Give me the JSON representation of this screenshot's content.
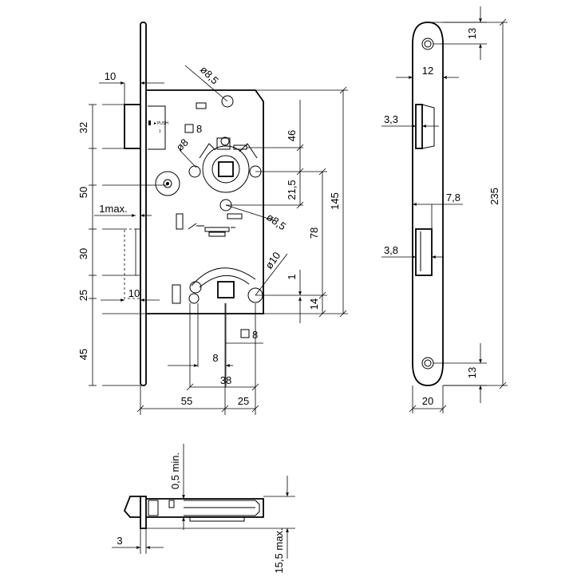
{
  "front_view": {
    "dims": {
      "d10_top": "10",
      "d32": "32",
      "d50": "50",
      "max1": "1max.",
      "d30": "30",
      "d25_left": "25",
      "d10_bottom": "10",
      "d45": "45",
      "d55": "55",
      "d25_bottom": "25",
      "d38": "38",
      "d8_horizontal": "8",
      "d8_square_top": "8",
      "d8_square_bottom": "8",
      "dia85_top": "ø8,5",
      "dia8": "ø8",
      "dia85_mid": "ø8,5",
      "dia10": "ø10",
      "d46": "46",
      "d21_5": "21,5",
      "d78": "78",
      "d145": "145",
      "d1": "1",
      "d14": "14"
    }
  },
  "side_view": {
    "dims": {
      "d13_top": "13",
      "d12": "12",
      "d3_3": "3,3",
      "d7_8": "7,8",
      "d3_8": "3,8",
      "d235": "235",
      "d13_bottom": "13",
      "d20": "20"
    }
  },
  "bottom_view": {
    "dims": {
      "min05": "0,5 min.",
      "d3": "3",
      "max155": "15,5 max."
    }
  }
}
